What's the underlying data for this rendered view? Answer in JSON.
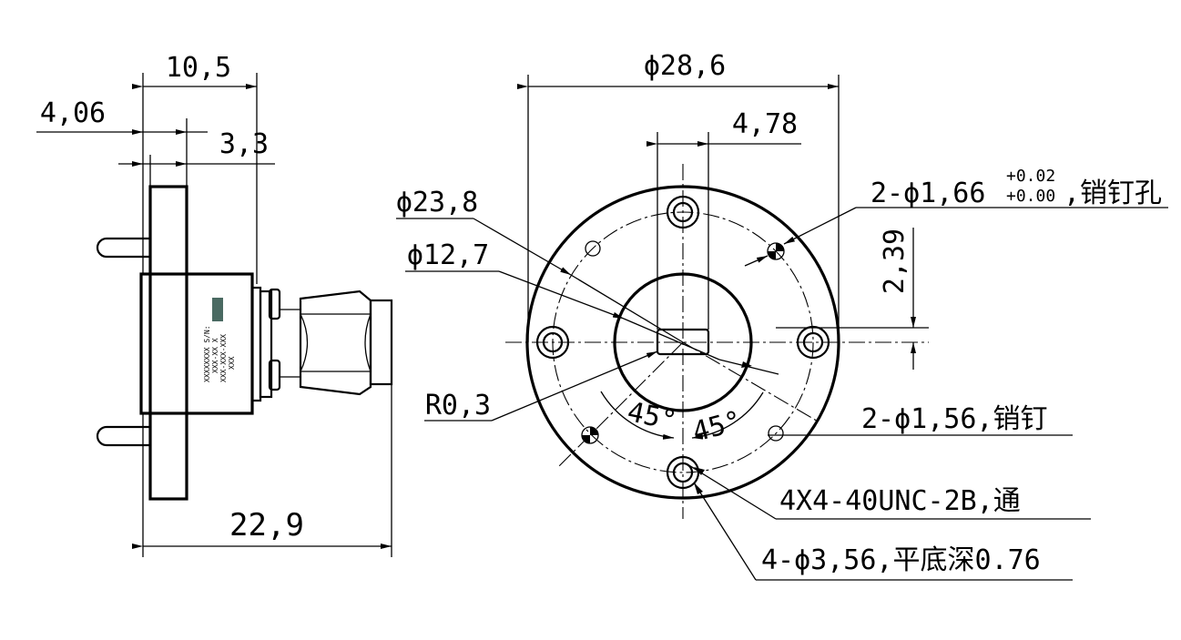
{
  "side_view": {
    "dim_flange_body": "10,5",
    "dim_flange_thickness": "4,06",
    "dim_body_offset": "3,3",
    "dim_total_length": "22,9",
    "label_lines": [
      "XXXXXXXX S/N:",
      "XXX-XX X",
      "XXX-XXX-XXX",
      "XXX"
    ]
  },
  "front_view": {
    "dim_outer_diameter": "ϕ28,6",
    "dim_waveguide_width": "4,78",
    "dim_bolt_circle": "ϕ23,8",
    "dim_waveguide_opening": "ϕ12,7",
    "dim_corner_radius": "R0,3",
    "dim_pin_offset": "2,39",
    "angle_left": "45°",
    "angle_right": "45°",
    "pin_hole_prefix": "2-ϕ1,66",
    "pin_hole_tol_upper": "+0.02",
    "pin_hole_tol_lower": "+0.00",
    "pin_hole_suffix": ",销钉孔",
    "pin_note": "2-ϕ1,56,销钉",
    "thread_note": "4X4-40UNC-2B,通",
    "counterbore_note": "4-ϕ3,56,平底深0.76"
  }
}
